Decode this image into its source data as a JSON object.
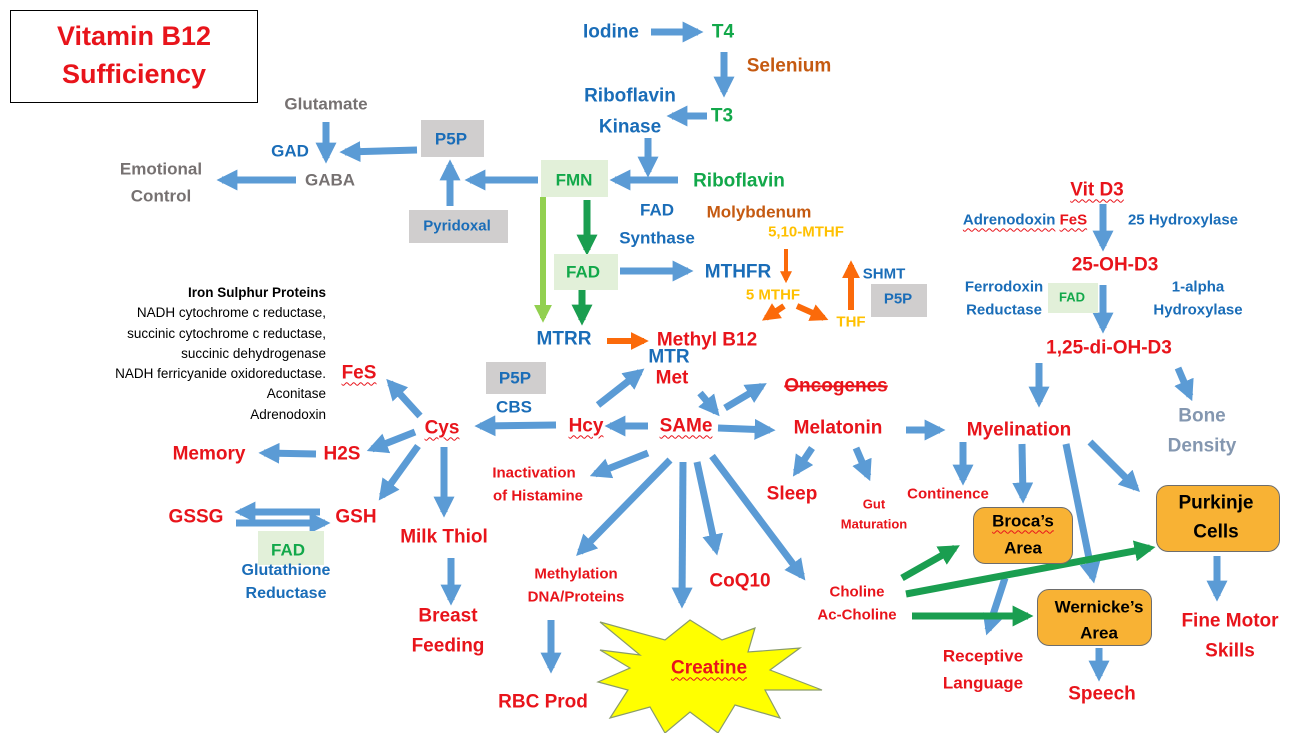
{
  "title": {
    "line1": "Vitamin B12",
    "line2": "Sufficiency"
  },
  "colors": {
    "outcome_red": "#e8141b",
    "enzyme_blue": "#1a6db8",
    "cofactor_green": "#12a84a",
    "neuro_gray": "#767171",
    "bone_slate": "#8497b0",
    "mineral_brown": "#c55a11",
    "folate_gold": "#ffc000",
    "arrow_blue": "#5b9bd5",
    "arrow_green": "#1a9e50",
    "arrow_lightgreen": "#92d050",
    "arrow_orange": "#fb6a0a",
    "box_gray": "#d0cece",
    "box_green": "#e2f0d9",
    "box_orange": "#f8b234",
    "burst_yellow": "#ffff00"
  },
  "thyroid": {
    "iodine": "Iodine",
    "t4": "T4",
    "selenium": "Selenium",
    "t3": "T3",
    "riboflavin_kinase_1": "Riboflavin",
    "riboflavin_kinase_2": "Kinase",
    "riboflavin": "Riboflavin"
  },
  "gaba": {
    "glutamate": "Glutamate",
    "gad": "GAD",
    "gaba": "GABA",
    "emotional_1": "Emotional",
    "emotional_2": "Control",
    "p5p": "P5P",
    "pyridoxal": "Pyridoxal"
  },
  "flavin": {
    "fmn": "FMN",
    "fad": "FAD",
    "fad_synthase_1": "FAD",
    "fad_synthase_2": "Synthase",
    "molybdenum": "Molybdenum",
    "mthfr": "MTHFR",
    "mtrr": "MTRR"
  },
  "folate": {
    "mthf_510": "5,10-MTHF",
    "mthf_5": "5 MTHF",
    "thf": "THF",
    "shmt": "SHMT",
    "p5p": "P5P"
  },
  "methylation": {
    "methyl_b12": "Methyl B12",
    "mtr": "MTR",
    "met": "Met",
    "oncogenes": "Oncogenes",
    "same": "SAMe",
    "hcy": "Hcy",
    "p5p": "P5P",
    "cbs": "CBS",
    "melatonin": "Melatonin"
  },
  "iron_sulphur": {
    "heading": "Iron Sulphur Proteins",
    "items": [
      "NADH cytochrome c reductase,",
      "succinic cytochrome c reductase,",
      "succinic dehydrogenase",
      "NADH ferricyanide oxidoreductase.",
      "Aconitase",
      "Adrenodoxin"
    ]
  },
  "sulfur": {
    "fes": "FeS",
    "cys": "Cys",
    "memory": "Memory",
    "h2s": "H2S",
    "gssg": "GSSG",
    "gsh": "GSH",
    "fad": "FAD",
    "gr_1": "Glutathione",
    "gr_2": "Reductase",
    "milk_thiol": "Milk Thiol",
    "breast_1": "Breast",
    "breast_2": "Feeding"
  },
  "outputs": {
    "histamine_1": "Inactivation",
    "histamine_2": "of Histamine",
    "methylation_1": "Methylation",
    "methylation_2": "DNA/Proteins",
    "rbc": "RBC Prod",
    "creatine": "Creatine",
    "coq10": "CoQ10",
    "choline_1": "Choline",
    "choline_2": "Ac-Choline",
    "sleep": "Sleep",
    "gut_1": "Gut",
    "gut_2": "Maturation"
  },
  "vitd": {
    "vitd3": "Vit D3",
    "adrenodoxin": "Adrenodoxin",
    "fes": "FeS",
    "hydroxylase25": "25 Hydroxylase",
    "oh25": "25-OH-D3",
    "ferrodoxin_1": "Ferrodoxin",
    "ferrodoxin_2": "Reductase",
    "fad": "FAD",
    "alpha_1": "1-alpha",
    "alpha_2": "Hydroxylase",
    "dioh": "1,25-di-OH-D3",
    "bone_1": "Bone",
    "bone_2": "Density"
  },
  "neuro": {
    "myelination": "Myelination",
    "continence": "Continence",
    "broca_1": "Broca’s",
    "broca_2": "Area",
    "wernicke_1": "Wernicke’s",
    "wernicke_2": "Area",
    "purkinje_1": "Purkinje",
    "purkinje_2": "Cells",
    "receptive_1": "Receptive",
    "receptive_2": "Language",
    "speech": "Speech",
    "finemotor_1": "Fine Motor",
    "finemotor_2": "Skills"
  }
}
